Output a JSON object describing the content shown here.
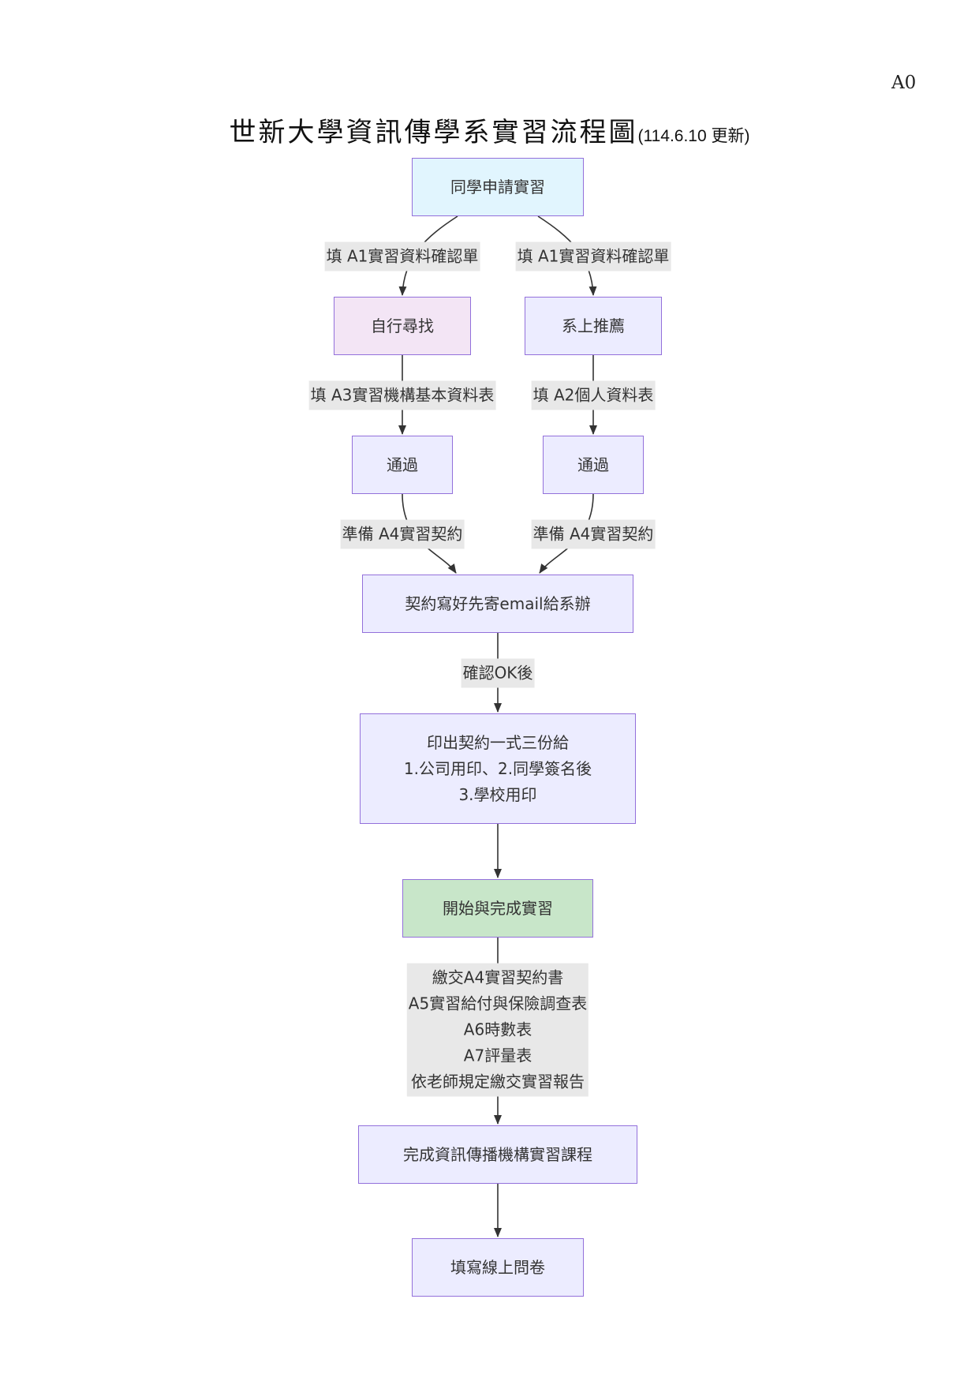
{
  "page_code": "A0",
  "title": {
    "main": "世新大學資訊傳學系實習流程圖",
    "sub": "(114.6.10 更新)"
  },
  "nodes": {
    "apply": "同學申請實習",
    "self_find": "自行尋找",
    "dept_recommend": "系上推薦",
    "pass_left": "通過",
    "pass_right": "通過",
    "email_contract": "契約寫好先寄email給系辦",
    "print_contract": [
      "印出契約一式三份給",
      "1.公司用印、2.同學簽名後",
      "3.學校用印"
    ],
    "start_finish": "開始與完成實習",
    "complete_course": "完成資訊傳播機構實習課程",
    "survey": "填寫線上問卷"
  },
  "edge_labels": {
    "a1_left": "填 A1實習資料確認單",
    "a1_right": "填 A1實習資料確認單",
    "a3": "填 A3實習機構基本資料表",
    "a2": "填 A2個人資料表",
    "a4_left": "準備 A4實習契約",
    "a4_right": "準備 A4實習契約",
    "confirm": "確認OK後",
    "submit_docs": [
      "繳交A4實習契約書",
      "A5實習給付與保險調查表",
      "A6時數表",
      "A7評量表",
      "依老師規定繳交實習報告"
    ]
  },
  "colors": {
    "node_fill": "#ececff",
    "node_border": "#9370db",
    "start_fill": "#e1f5fe",
    "self_find_fill": "#f3e5f5",
    "start_finish_fill": "#c8e6c9",
    "label_bg": "#e8e8e8",
    "edge": "#333333"
  }
}
